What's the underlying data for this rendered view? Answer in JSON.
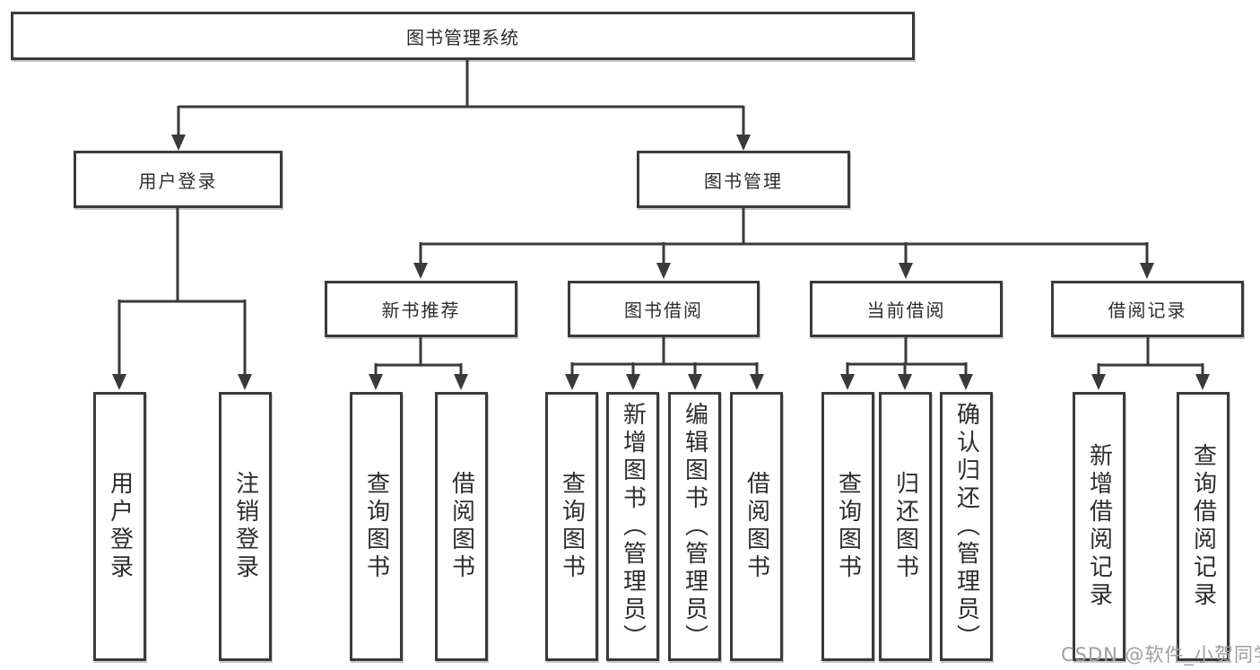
{
  "diagram": {
    "tree": {
      "label": "图书管理系统",
      "children": [
        {
          "label": "用户登录",
          "children": [
            {
              "label": "用户登录"
            },
            {
              "label": "注销登录"
            }
          ]
        },
        {
          "label": "图书管理",
          "children": [
            {
              "label": "新书推荐",
              "children": [
                {
                  "label": "查询图书"
                },
                {
                  "label": "借阅图书"
                }
              ]
            },
            {
              "label": "图书借阅",
              "children": [
                {
                  "label": "查询图书"
                },
                {
                  "label": "新增图书（管理员）"
                },
                {
                  "label": "编辑图书（管理员）"
                },
                {
                  "label": "借阅图书"
                }
              ]
            },
            {
              "label": "当前借阅",
              "children": [
                {
                  "label": "查询图书"
                },
                {
                  "label": "归还图书"
                },
                {
                  "label": "确认归还（管理员）"
                }
              ]
            },
            {
              "label": "借阅记录",
              "children": [
                {
                  "label": "新增借阅记录"
                },
                {
                  "label": "查询借阅记录"
                }
              ]
            }
          ]
        }
      ]
    },
    "watermark": "CSDN @软件_小贺同学"
  },
  "colors": {
    "line": "#3a3a3a",
    "text": "#2d2d2d",
    "watermark": "#9e9e9e",
    "background": "#ffffff"
  }
}
